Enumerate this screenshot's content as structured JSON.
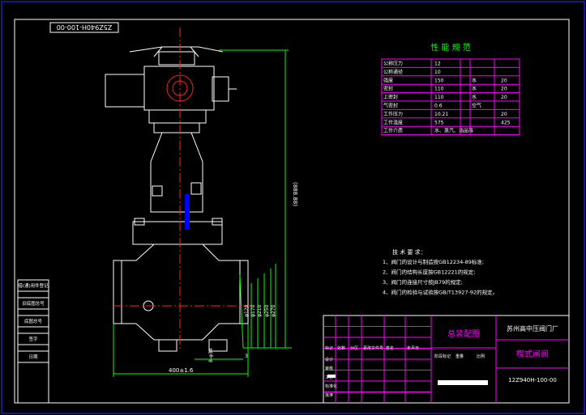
{
  "colors": {
    "background": "#000000",
    "frame": "#ffffff",
    "drawing": "#ffffff",
    "dimension": "#00ff00",
    "centerline": "#ff2020",
    "table": "#ff00ff",
    "title_text": "#ff00ff",
    "body_text": "#ffffff",
    "accent": "#00ffff",
    "hatch": "#0000ff"
  },
  "drawing_number_rotated": "Z5Z940H-100-00",
  "performance_table": {
    "title": "性 能 规 范",
    "rows": [
      [
        "公称压力",
        "12",
        "",
        ""
      ],
      [
        "公称通径",
        "10",
        "",
        ""
      ],
      [
        "强度",
        "150",
        "水",
        "20"
      ],
      [
        "密封",
        "110",
        "水",
        "20"
      ],
      [
        "上密封",
        "110",
        "水",
        "20"
      ],
      [
        "气密封",
        "0.6",
        "空气",
        ""
      ],
      [
        "工作压力",
        "10.21",
        "",
        "20"
      ],
      [
        "工作温度",
        "575",
        "",
        "425"
      ],
      [
        "工作介质",
        "水、蒸汽、油品等",
        "",
        ""
      ]
    ]
  },
  "technical_requirements": {
    "title": "技 术 要 求：",
    "items": [
      "1、阀门的设计与制造按GB12234-89标准;",
      "2、阀门的结构长度按GB12221的规定;",
      "3、阀门的连接尺寸按JB79的规定;",
      "4、阀门的检验与试验按GB/T13927-92的规定。"
    ]
  },
  "dimensions": {
    "height": "(888.88)",
    "flange": [
      "φ120",
      "φ170",
      "φ210",
      "φ250",
      "φ270"
    ],
    "width": "400±1.6",
    "thickness": "8-φ34",
    "small": "3"
  },
  "left_table": {
    "rows": [
      "借(通)用件登记",
      "旧底图总号",
      "底图总号",
      "签字",
      "日期"
    ]
  },
  "title_block": {
    "company": "苏州高中压阀门厂",
    "drawing_title": "总装配图",
    "product_name": "楔式闸阀",
    "drawing_number": "12Z940H-100-00",
    "headers": [
      "标记",
      "处数",
      "分区",
      "更改文件号",
      "签名",
      "年月日"
    ],
    "row_labels": [
      "设计",
      "审核",
      "工艺",
      "标准化",
      "批准"
    ],
    "stage_labels": [
      "阶段标记",
      "重量",
      "比例"
    ]
  }
}
